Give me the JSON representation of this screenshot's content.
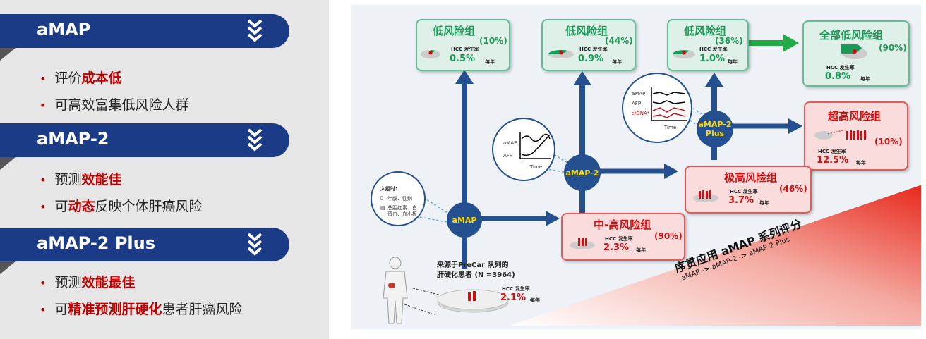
{
  "left_panel": {
    "sections": [
      {
        "title": "aMAP",
        "bullets": [
          [
            {
              "t": "评价"
            },
            {
              "t": "成本低",
              "red": true
            }
          ],
          [
            {
              "t": "可高效富集低风险人群"
            }
          ]
        ]
      },
      {
        "title": "aMAP-2",
        "bullets": [
          [
            {
              "t": "预测"
            },
            {
              "t": "效能佳",
              "red": true
            }
          ],
          [
            {
              "t": "可"
            },
            {
              "t": "动态",
              "red": true
            },
            {
              "t": "反映个体肝癌风险"
            }
          ]
        ]
      },
      {
        "title": "aMAP-2 Plus",
        "bullets": [
          [
            {
              "t": "预测"
            },
            {
              "t": "效能最佳",
              "red": true
            }
          ],
          [
            {
              "t": "可"
            },
            {
              "t": "精准预测肝硬化",
              "red": true
            },
            {
              "t": "患者肝癌风险"
            }
          ]
        ]
      }
    ]
  },
  "diagram": {
    "hcc_label": "HCC 发生率",
    "per_year": "每年",
    "boxes": {
      "low1": {
        "title": "低风险组",
        "pct": "(10%)",
        "rate": "0.5%"
      },
      "low2": {
        "title": "低风险组",
        "pct": "(44%)",
        "rate": "0.9%"
      },
      "low3": {
        "title": "低风险组",
        "pct": "(36%)",
        "rate": "1.0%"
      },
      "all_low": {
        "title": "全部低风险组",
        "pct": "(90%)",
        "rate": "0.8%"
      },
      "super_high": {
        "title": "超高风险组",
        "pct": "(10%)",
        "rate": "12.5%"
      },
      "very_high": {
        "title": "极高风险组",
        "pct": "(46%)",
        "rate": "3.7%"
      },
      "mid_high": {
        "title": "中-高风险组",
        "pct": "(90%)",
        "rate": "2.3%"
      }
    },
    "nodes": {
      "amap": "aMAP",
      "amap2": "aMAP-2",
      "amap2plus_l1": "aMAP-2",
      "amap2plus_l2": "Plus"
    },
    "inclusion": {
      "title": "入组时:",
      "item1": "年龄、性别",
      "item2": "总胆红素、白蛋白、血小板"
    },
    "curve2": {
      "l1": "aMAP",
      "l2": "AFP",
      "xlabel": "Time"
    },
    "curve3": {
      "l1": "aMAP",
      "l2": "AFP",
      "l3": "cfDNA*",
      "xlabel": "Time"
    },
    "cohort": {
      "l1": "来源于PreCar 队列的",
      "l2": "肝硬化患者 (N =3964)",
      "rate": "2.1%"
    },
    "wedge": {
      "title": "序贯应用 aMAP 系列评分",
      "sub": "aMAP -> aMAP-2 -> aMAP-2 Plus"
    }
  },
  "colors": {
    "navy": "#1b3b86",
    "node": "#25508f",
    "green": "#1a9a57",
    "red": "#d01010"
  }
}
